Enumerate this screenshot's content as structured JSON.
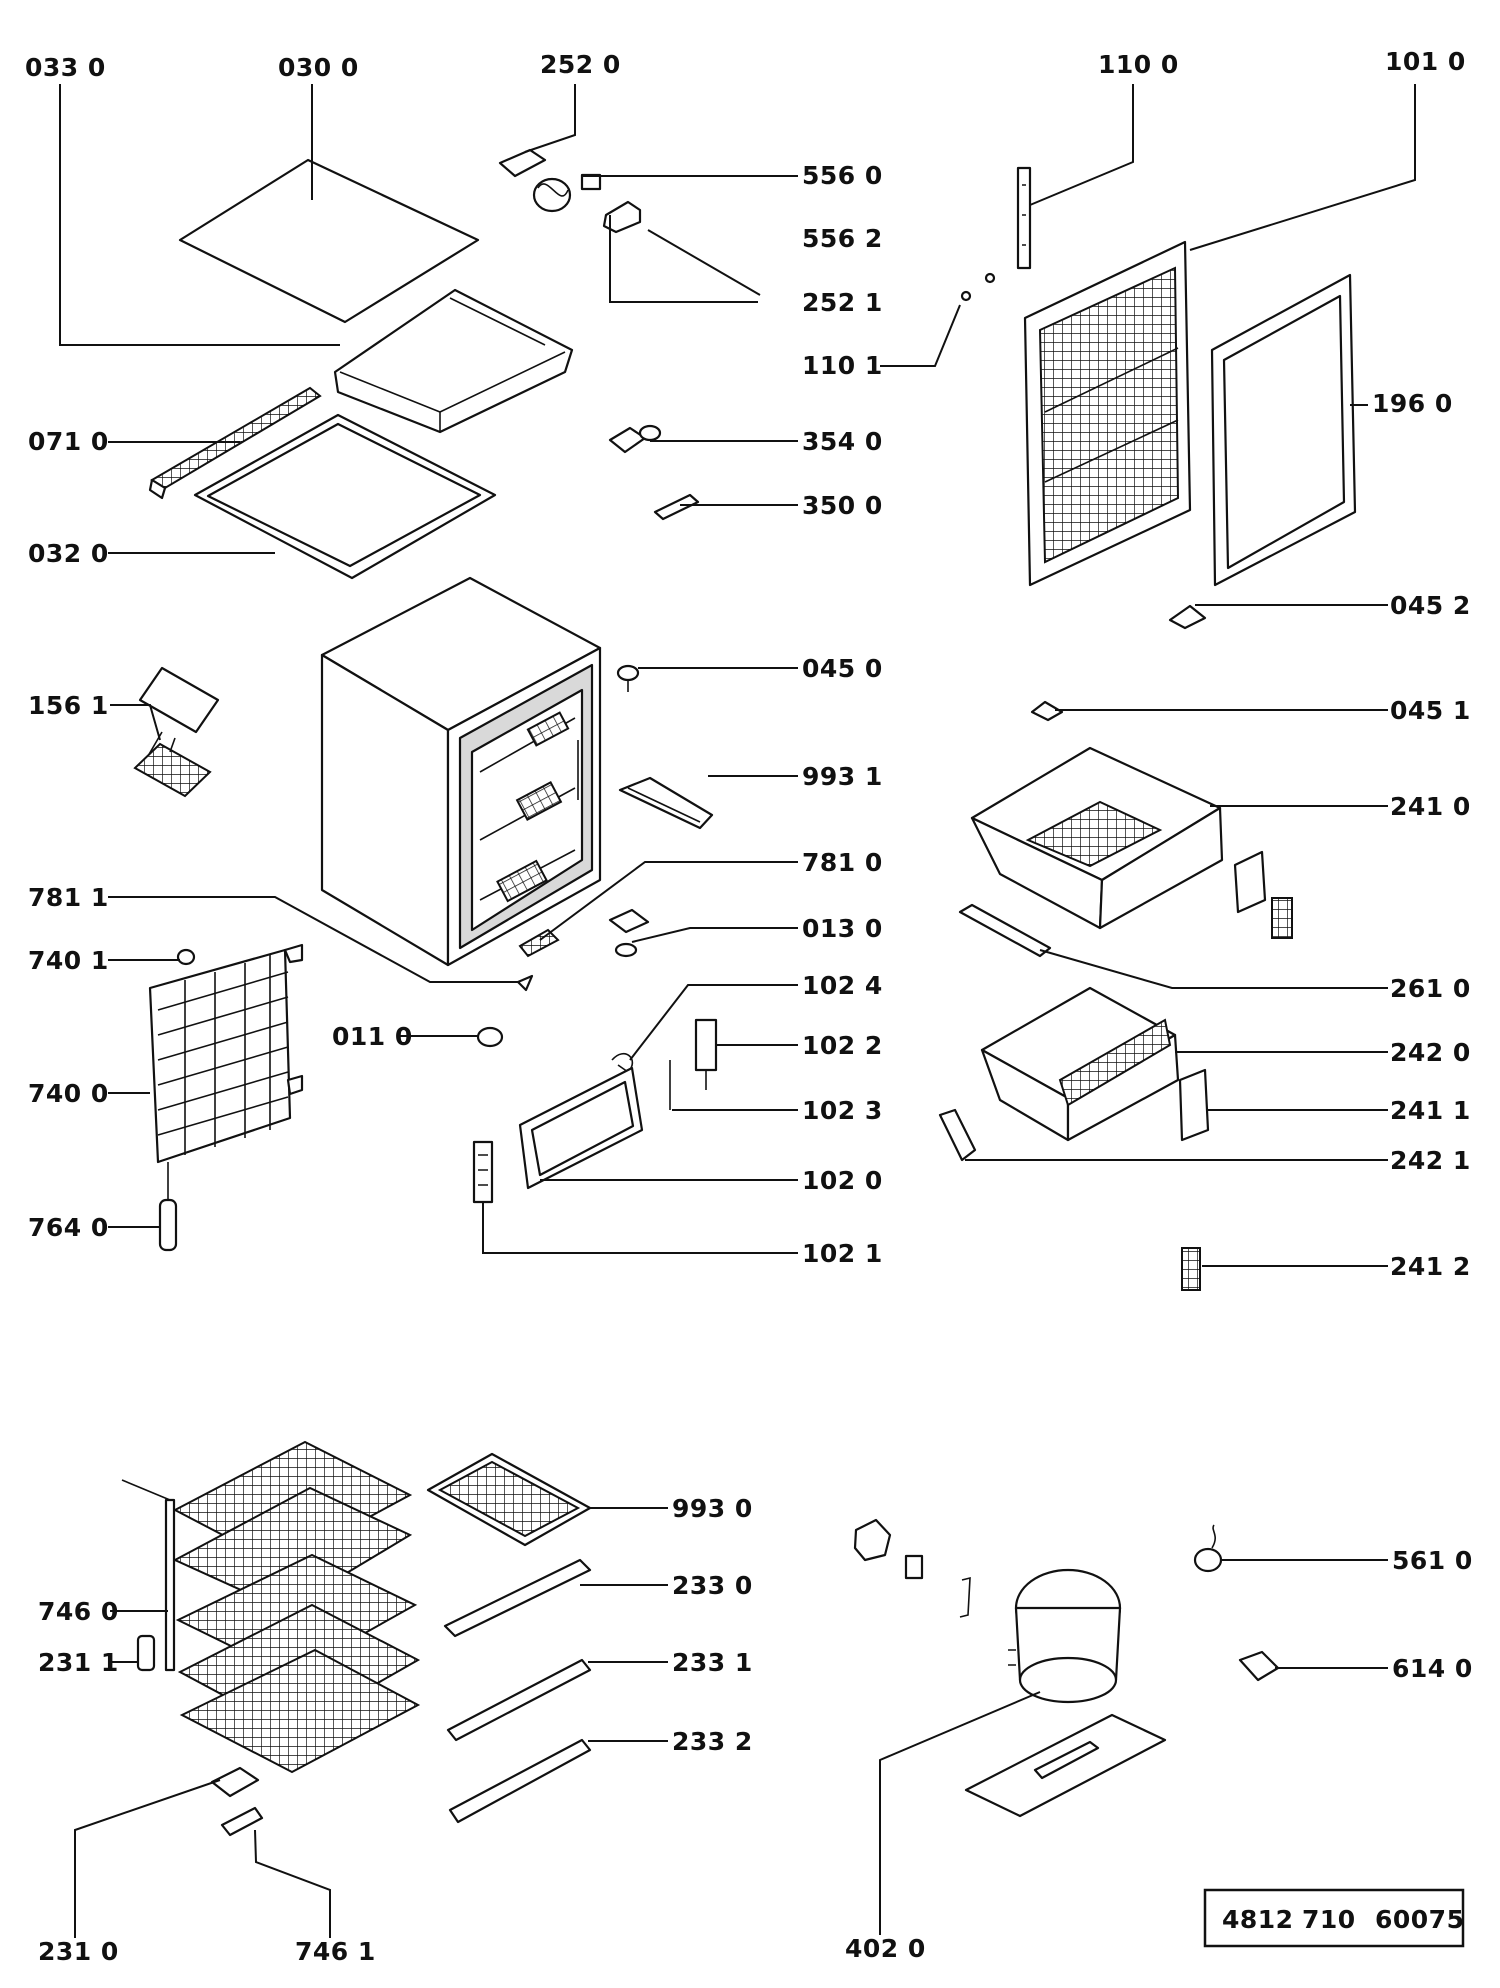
{
  "callouts": [
    "033 0",
    "030  0",
    "252  0",
    "556 0",
    "556 2",
    "252 1",
    "110 0",
    "101 0",
    "110 1",
    "196 0",
    "071 0",
    "354 0",
    "350 0",
    "032 0",
    "045 2",
    "045 0",
    "156 1",
    "045 1",
    "993 1",
    "241 0",
    "781 0",
    "781 1",
    "013 0",
    "740 1",
    "102 4",
    "261 0",
    "011 0",
    "102 2",
    "242 0",
    "740 0",
    "102 3",
    "241 1",
    "102 0",
    "242 1",
    "764 0",
    "102 1",
    "241 2",
    "993 0",
    "746 0",
    "233 0",
    "561 0",
    "231 1",
    "233 1",
    "614 0",
    "233 2",
    "231 0",
    "746 1",
    "402 0"
  ],
  "reference": {
    "part1": "4812",
    "part2": "710",
    "part3": "60075"
  }
}
